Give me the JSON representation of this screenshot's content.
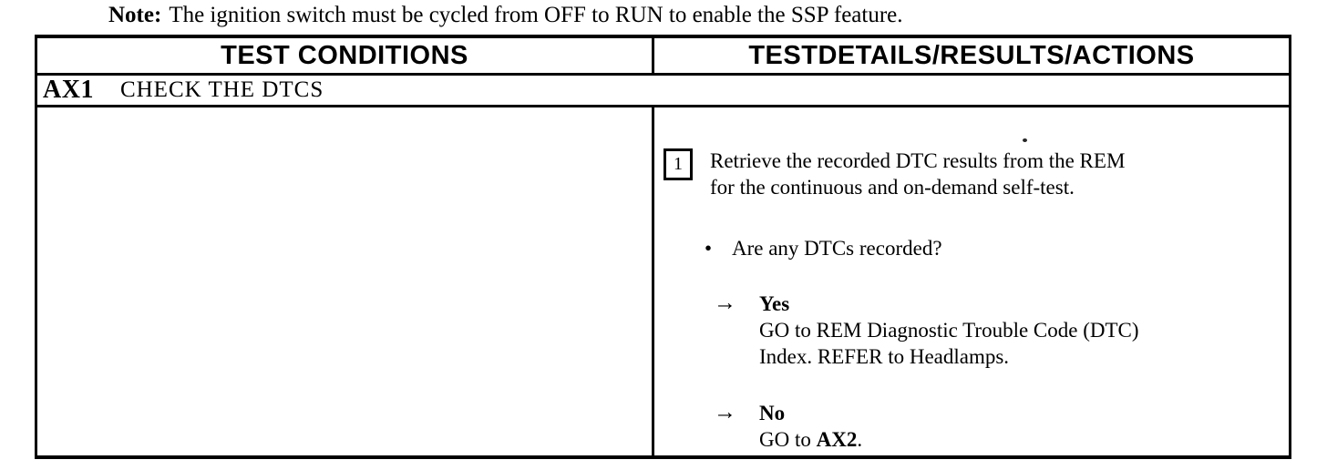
{
  "note": {
    "label": "Note:",
    "text": "The ignition switch must be cycled from OFF to RUN to enable the SSP feature."
  },
  "table": {
    "header": {
      "left": "TEST CONDITIONS",
      "right": "TESTDETAILS/RESULTS/ACTIONS"
    },
    "test": {
      "id": "AX1",
      "title": "CHECK THE DTCS"
    },
    "step": {
      "number": "1",
      "lines": [
        "Retrieve the recorded DTC results from the REM",
        "for the continuous and on-demand self-test."
      ]
    },
    "question": "Are any DTCs recorded?",
    "results": [
      {
        "answer": "Yes",
        "action_lines": [
          "GO to REM Diagnostic Trouble Code (DTC)",
          "Index. REFER to Headlamps."
        ]
      },
      {
        "answer": "No",
        "action_pre": "GO to ",
        "action_bold": "AX2",
        "action_post": "."
      }
    ]
  },
  "icons": {
    "bullet": "•",
    "arrow": "→"
  },
  "colors": {
    "text": "#000000",
    "background": "#ffffff",
    "border": "#000000"
  }
}
